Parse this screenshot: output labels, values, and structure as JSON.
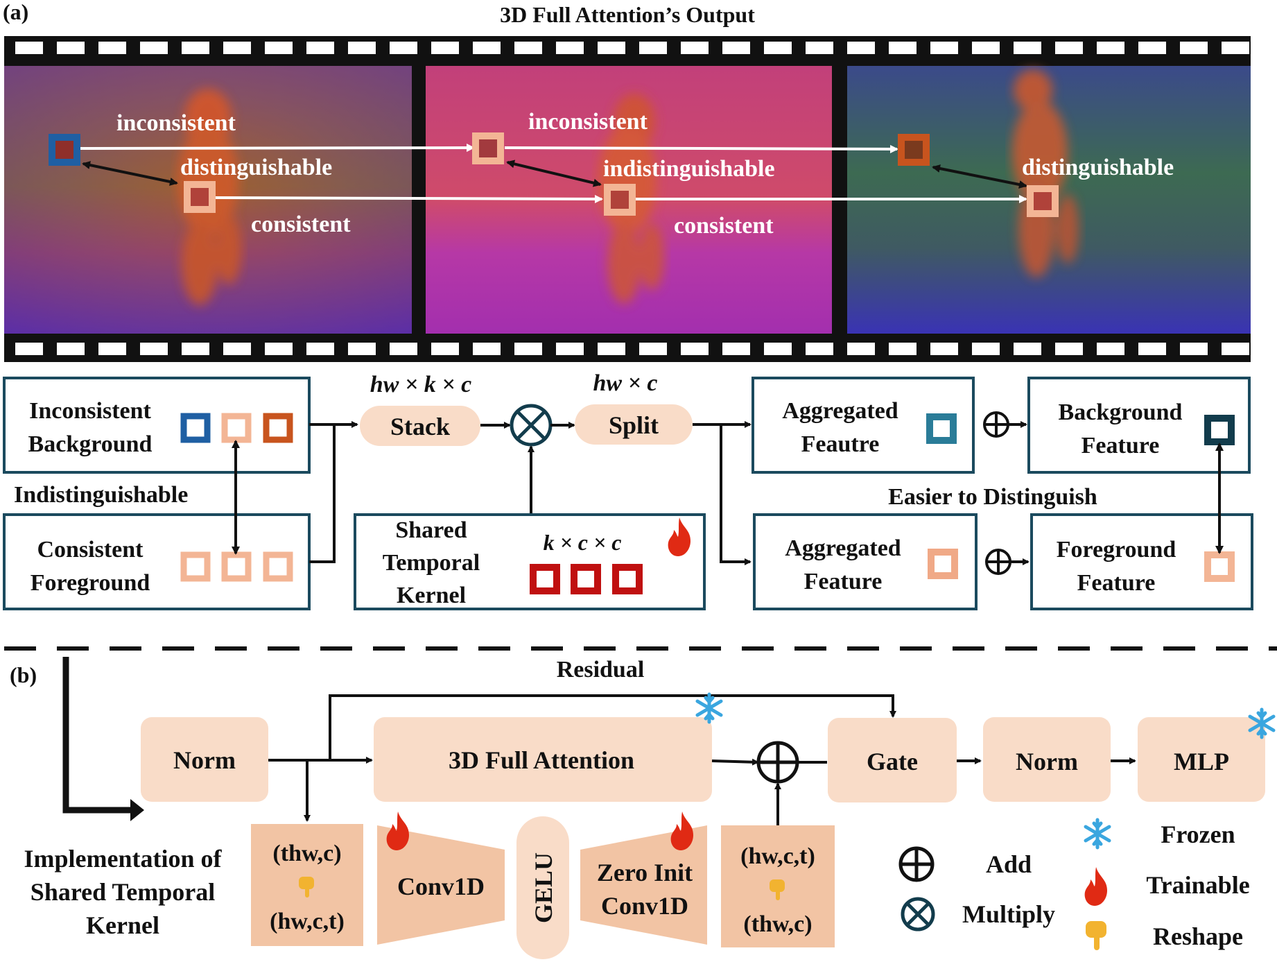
{
  "panel_a": {
    "label": "(a)",
    "title": "3D Full Attention’s Output",
    "frames": [
      {
        "top_word": "inconsistent",
        "mid_word": "distinguishable",
        "bottom_word": "consistent"
      },
      {
        "top_word": "inconsistent",
        "mid_word": "indistinguishable",
        "bottom_word": "consistent"
      },
      {
        "mid_word": "distinguishable"
      }
    ],
    "inconsistent_background": {
      "line1": "Inconsistent",
      "line2": "Background"
    },
    "indistinguishable": "Indistinguishable",
    "consistent_foreground": {
      "line1": "Consistent",
      "line2": "Foreground"
    },
    "stack_dims": "hw × k × c",
    "stack": "Stack",
    "split_dims": "hw × c",
    "split": "Split",
    "shared_kernel": {
      "line1": "Shared",
      "line2": "Temporal",
      "line3": "Kernel",
      "dims": "k × c × c"
    },
    "aggregated_top": {
      "line1": "Aggregated",
      "line2": "Feautre"
    },
    "aggregated_bottom": {
      "line1": "Aggregated",
      "line2": "Feature"
    },
    "background_feature": {
      "line1": "Background",
      "line2": "Feature"
    },
    "foreground_feature": {
      "line1": "Foreground",
      "line2": "Feature"
    },
    "easier": "Easier to Distinguish"
  },
  "panel_b": {
    "label": "(b)",
    "residual": "Residual",
    "norm1": "Norm",
    "attention": "3D Full Attention",
    "gate": "Gate",
    "norm2": "Norm",
    "mlp": "MLP",
    "impl": {
      "line1": "Implementation of",
      "line2": "Shared Temporal",
      "line3": "Kernel"
    },
    "reshape_in": {
      "top": "(thw,c)",
      "bottom": "(hw,c,t)"
    },
    "conv1": "Conv1D",
    "gelu": "GELU",
    "conv2": {
      "line1": "Zero Init",
      "line2": "Conv1D"
    },
    "reshape_out": {
      "top": "(hw,c,t)",
      "bottom": "(thw,c)"
    }
  },
  "legend": {
    "add": "Add",
    "multiply": "Multiply",
    "frozen": "Frozen",
    "trainable": "Trainable",
    "reshape": "Reshape"
  },
  "icons": [
    "plus-circle-icon",
    "times-circle-icon",
    "snowflake-icon",
    "flame-icon",
    "pointing-hand-icon",
    "arrow-icon"
  ],
  "colors": {
    "box_border": "#1b4a5e",
    "peach": "#f9dcc8",
    "peach_dark": "#f0bf9c",
    "blue_square": "#1f5fa3",
    "orange_square": "#c8541e",
    "light_square": "#f3b595",
    "red_square": "#c01010",
    "dark_teal": "#123c4c"
  }
}
